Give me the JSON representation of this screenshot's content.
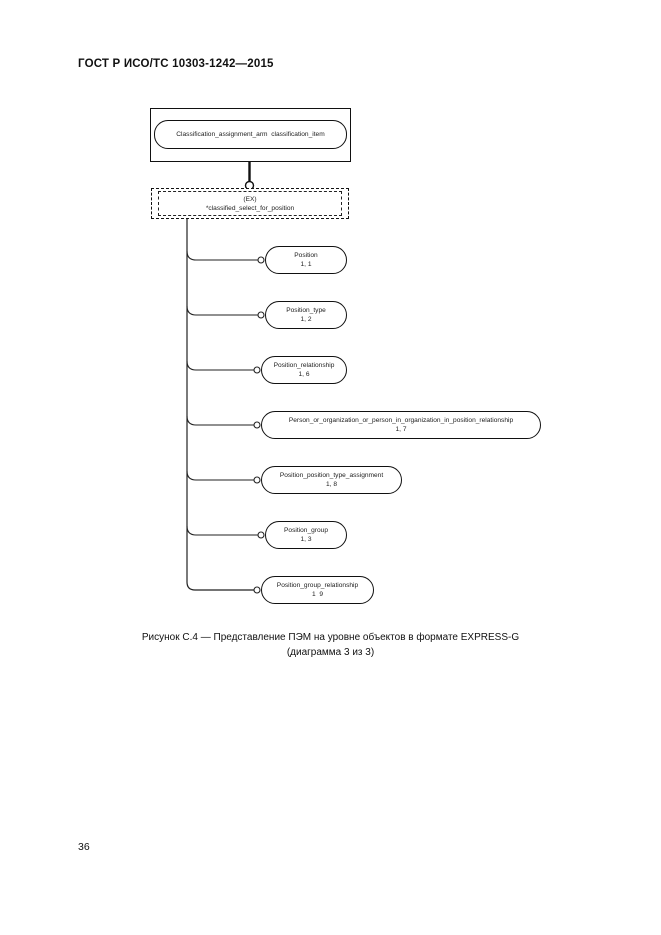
{
  "page": {
    "header": "ГОСТ Р ИСО/ТС 10303-1242—2015",
    "page_number": "36",
    "caption_line1": "Рисунок С.4 — Представление ПЭМ на уровне объектов в формате EXPRESS-G",
    "caption_line2": "(диаграмма 3 из 3)"
  },
  "diagram": {
    "type": "express-g-tree",
    "line_color": "#1c1c1c",
    "root_entity": {
      "label": "Classification_assignment_arm  classification_item"
    },
    "select_type": {
      "line1": "(EX)",
      "line2": "*classified_select_for_position"
    },
    "entities": [
      {
        "name": "Position",
        "ref": "1, 1"
      },
      {
        "name": "Position_type",
        "ref": "1, 2"
      },
      {
        "name": "Position_relationship",
        "ref": "1, 6"
      },
      {
        "name": "Person_or_organization_or_person_in_organization_in_position_relationship",
        "ref": "1, 7"
      },
      {
        "name": "Position_position_type_assignment",
        "ref": "1, 8"
      },
      {
        "name": "Position_group",
        "ref": "1, 3"
      },
      {
        "name": "Position_group_relationship",
        "ref": "1  9"
      }
    ]
  }
}
